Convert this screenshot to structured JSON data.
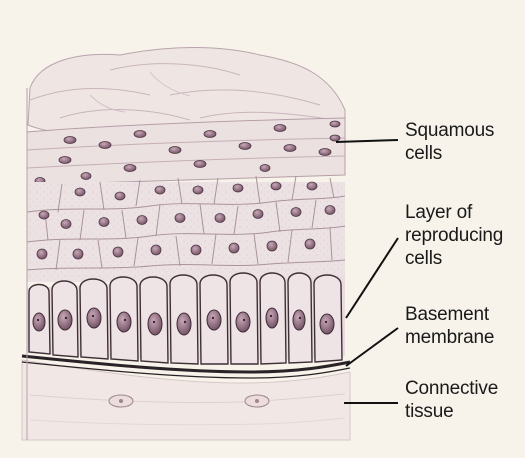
{
  "labels": {
    "squamous": [
      "Squamous",
      "cells"
    ],
    "reproducing": [
      "Layer of",
      "reproducing",
      "cells"
    ],
    "basement": [
      "Basement",
      "membrane"
    ],
    "connective": [
      "Connective",
      "tissue"
    ]
  },
  "colors": {
    "background": "#f7f3ea",
    "cell_fill": "#eee3e3",
    "cell_outline": "#6b5660",
    "nucleus_fill": "#7a5b6c",
    "membrane": "#2a2226",
    "leader_line": "#111111"
  }
}
